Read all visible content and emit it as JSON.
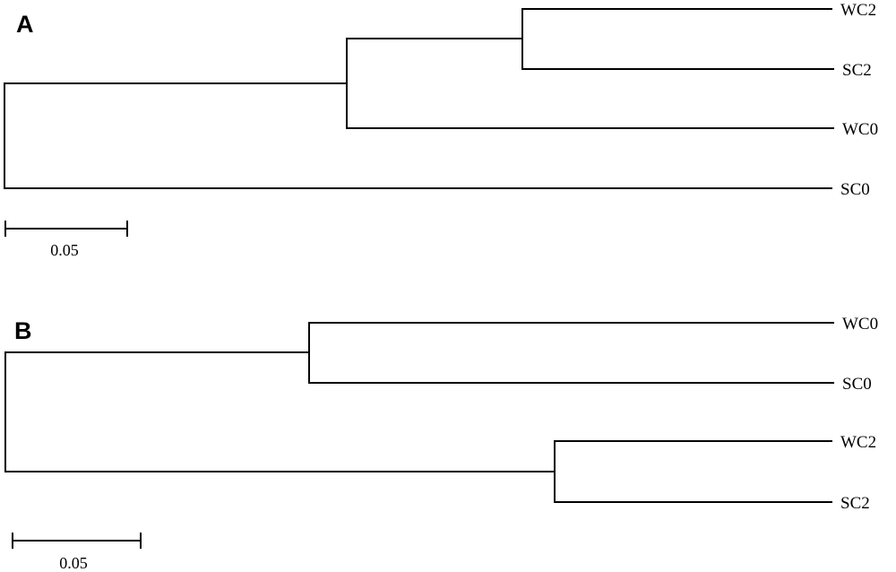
{
  "panels": [
    {
      "letter": "A",
      "leaves": [
        "WC2",
        "SC2",
        "WC0",
        "SC0"
      ],
      "scale_label": "0.05"
    },
    {
      "letter": "B",
      "leaves": [
        "WC0",
        "SC0",
        "WC2",
        "SC2"
      ],
      "scale_label": "0.05"
    }
  ]
}
